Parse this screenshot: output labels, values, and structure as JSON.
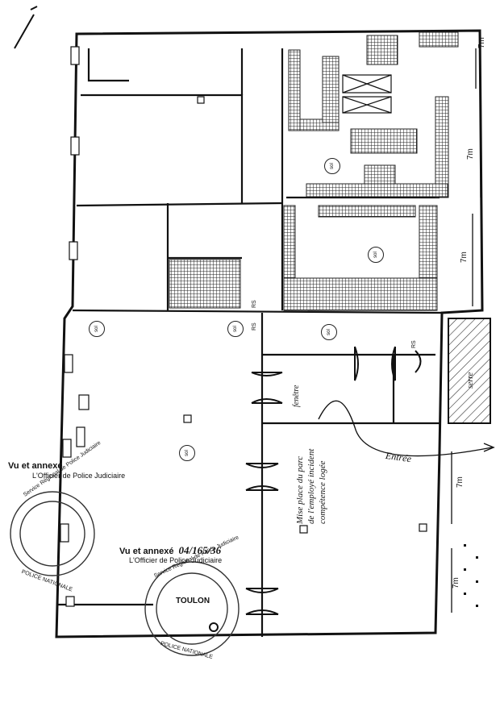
{
  "document": {
    "stamp_vu_1": "Vu et annexé",
    "officer_1": "L'Officier de Police Judiciaire",
    "stamp_vu_2": "Vu et annexé",
    "reference_number": "04/165/36",
    "officer_2": "L'Officier de Police Judiciaire",
    "seal_top_text": "Service Régional de Police Judiciaire",
    "seal_city": "TOULON",
    "seal_bottom_text": "POLICE NATIONALE",
    "handwritten_note": [
      "Mise place du parc",
      "de l'employé incident",
      "compétence logée"
    ],
    "handwritten_entry": "Entrée",
    "handwritten_fenetre": "fenêtre",
    "label_serre": "serre",
    "dimension_labels": [
      "7m",
      "7m",
      "7m",
      "7m",
      "7m"
    ],
    "room_badges": [
      "sol",
      "sol",
      "sol",
      "sol",
      "sol",
      "sol"
    ],
    "markers": [
      "RS",
      "RS",
      "RS"
    ]
  },
  "colors": {
    "ink": "#111111",
    "hatch": "#333333",
    "paper": "#ffffff"
  }
}
